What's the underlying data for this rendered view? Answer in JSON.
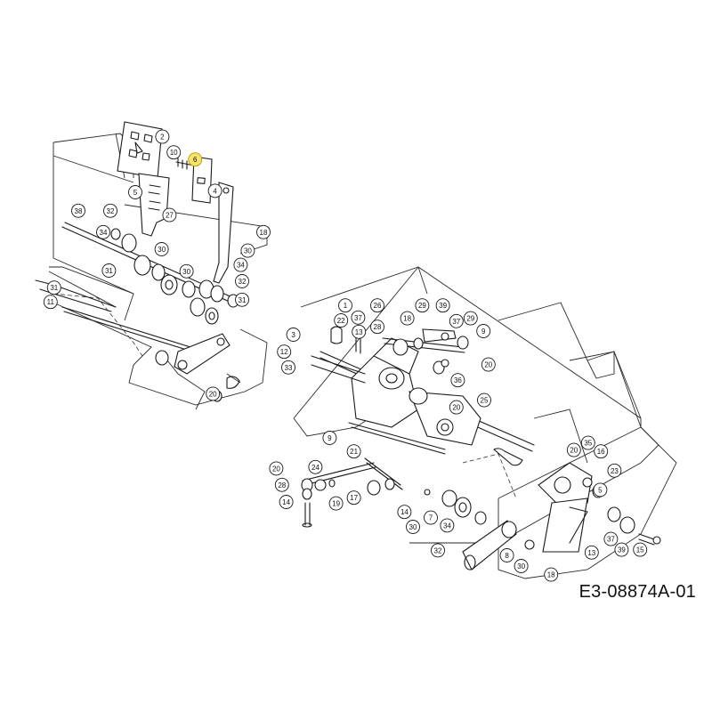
{
  "document_code": "E3-08874A-01",
  "highlight_color": "#f7e36a",
  "callouts": [
    {
      "label": "2",
      "ax": 0.228,
      "ay": 0.192
    },
    {
      "label": "10",
      "ax": 0.244,
      "ay": 0.214
    },
    {
      "label": "6",
      "ax": 0.274,
      "ay": 0.224,
      "highlight": true
    },
    {
      "label": "5",
      "ax": 0.19,
      "ay": 0.27
    },
    {
      "label": "4",
      "ax": 0.302,
      "ay": 0.268
    },
    {
      "label": "38",
      "ax": 0.11,
      "ay": 0.296
    },
    {
      "label": "32",
      "ax": 0.155,
      "ay": 0.296
    },
    {
      "label": "27",
      "ax": 0.238,
      "ay": 0.302
    },
    {
      "label": "34",
      "ax": 0.145,
      "ay": 0.326
    },
    {
      "label": "18",
      "ax": 0.37,
      "ay": 0.326
    },
    {
      "label": "30",
      "ax": 0.227,
      "ay": 0.35
    },
    {
      "label": "30",
      "ax": 0.348,
      "ay": 0.352
    },
    {
      "label": "34",
      "ax": 0.338,
      "ay": 0.372
    },
    {
      "label": "31",
      "ax": 0.153,
      "ay": 0.38
    },
    {
      "label": "30",
      "ax": 0.262,
      "ay": 0.381
    },
    {
      "label": "32",
      "ax": 0.34,
      "ay": 0.395
    },
    {
      "label": "31",
      "ax": 0.076,
      "ay": 0.404
    },
    {
      "label": "31",
      "ax": 0.34,
      "ay": 0.421
    },
    {
      "label": "11",
      "ax": 0.071,
      "ay": 0.424
    },
    {
      "label": "20",
      "ax": 0.299,
      "ay": 0.553
    },
    {
      "label": "1",
      "ax": 0.485,
      "ay": 0.429
    },
    {
      "label": "26",
      "ax": 0.53,
      "ay": 0.429
    },
    {
      "label": "29",
      "ax": 0.593,
      "ay": 0.429
    },
    {
      "label": "39",
      "ax": 0.622,
      "ay": 0.429
    },
    {
      "label": "22",
      "ax": 0.479,
      "ay": 0.45
    },
    {
      "label": "37",
      "ax": 0.503,
      "ay": 0.446
    },
    {
      "label": "18",
      "ax": 0.572,
      "ay": 0.447
    },
    {
      "label": "37",
      "ax": 0.641,
      "ay": 0.451
    },
    {
      "label": "29",
      "ax": 0.661,
      "ay": 0.447
    },
    {
      "label": "28",
      "ax": 0.53,
      "ay": 0.459
    },
    {
      "label": "13",
      "ax": 0.504,
      "ay": 0.466
    },
    {
      "label": "3",
      "ax": 0.412,
      "ay": 0.47
    },
    {
      "label": "9",
      "ax": 0.679,
      "ay": 0.465
    },
    {
      "label": "12",
      "ax": 0.399,
      "ay": 0.494
    },
    {
      "label": "33",
      "ax": 0.405,
      "ay": 0.516
    },
    {
      "label": "20",
      "ax": 0.686,
      "ay": 0.512
    },
    {
      "label": "36",
      "ax": 0.643,
      "ay": 0.534
    },
    {
      "label": "25",
      "ax": 0.68,
      "ay": 0.562
    },
    {
      "label": "20",
      "ax": 0.641,
      "ay": 0.572
    },
    {
      "label": "9",
      "ax": 0.463,
      "ay": 0.615
    },
    {
      "label": "21",
      "ax": 0.497,
      "ay": 0.634
    },
    {
      "label": "20",
      "ax": 0.388,
      "ay": 0.658
    },
    {
      "label": "24",
      "ax": 0.443,
      "ay": 0.656
    },
    {
      "label": "35",
      "ax": 0.826,
      "ay": 0.622
    },
    {
      "label": "20",
      "ax": 0.806,
      "ay": 0.632
    },
    {
      "label": "16",
      "ax": 0.844,
      "ay": 0.634
    },
    {
      "label": "23",
      "ax": 0.863,
      "ay": 0.661
    },
    {
      "label": "28",
      "ax": 0.396,
      "ay": 0.681
    },
    {
      "label": "19",
      "ax": 0.472,
      "ay": 0.707
    },
    {
      "label": "17",
      "ax": 0.497,
      "ay": 0.699
    },
    {
      "label": "14",
      "ax": 0.402,
      "ay": 0.705
    },
    {
      "label": "14",
      "ax": 0.568,
      "ay": 0.719
    },
    {
      "label": "7",
      "ax": 0.605,
      "ay": 0.727
    },
    {
      "label": "30",
      "ax": 0.58,
      "ay": 0.74
    },
    {
      "label": "34",
      "ax": 0.628,
      "ay": 0.738
    },
    {
      "label": "5",
      "ax": 0.843,
      "ay": 0.688
    },
    {
      "label": "37",
      "ax": 0.858,
      "ay": 0.757
    },
    {
      "label": "39",
      "ax": 0.873,
      "ay": 0.772
    },
    {
      "label": "15",
      "ax": 0.899,
      "ay": 0.772
    },
    {
      "label": "13",
      "ax": 0.831,
      "ay": 0.776
    },
    {
      "label": "32",
      "ax": 0.615,
      "ay": 0.773
    },
    {
      "label": "8",
      "ax": 0.712,
      "ay": 0.78
    },
    {
      "label": "30",
      "ax": 0.732,
      "ay": 0.795
    },
    {
      "label": "18",
      "ax": 0.774,
      "ay": 0.807
    }
  ]
}
